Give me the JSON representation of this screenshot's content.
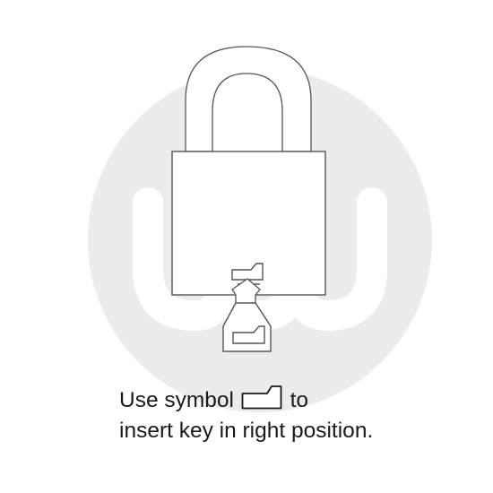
{
  "instruction": {
    "line1_before": "Use symbol ",
    "line1_after": " to",
    "line2": "insert key in right position."
  },
  "colors": {
    "watermark": "#ececec",
    "outline": "#555555",
    "text": "#1a1a1a",
    "background": "#ffffff"
  },
  "icons": {
    "watermark": "brand-logo-watermark-icon",
    "padlock": "padlock-icon",
    "key": "key-icon",
    "symbol": "key-position-symbol-icon"
  }
}
